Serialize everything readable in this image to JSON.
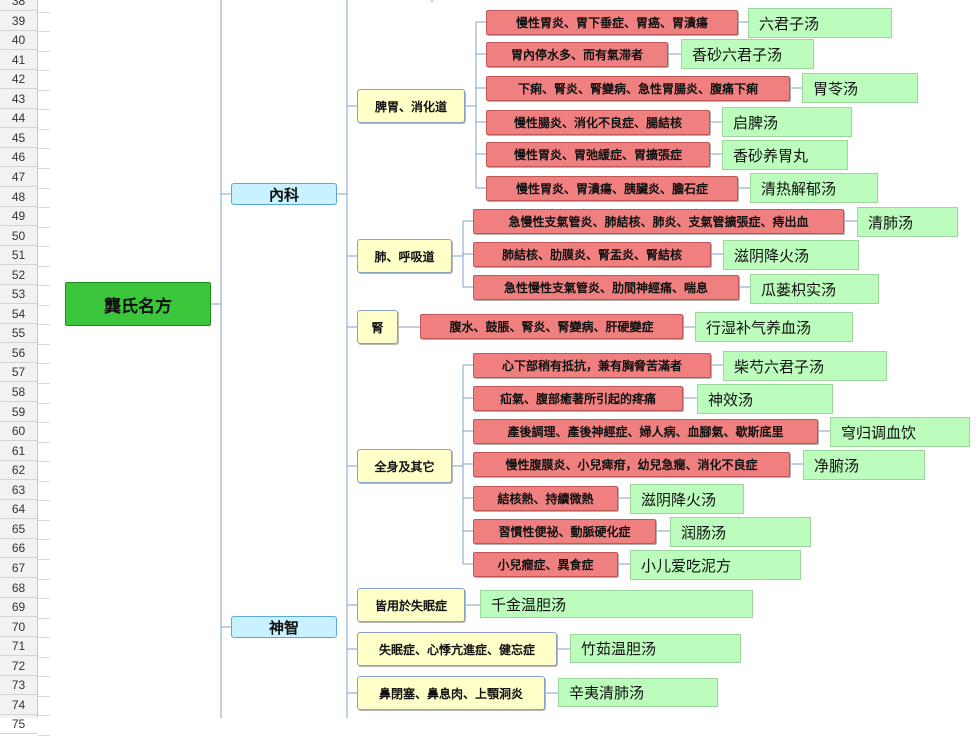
{
  "row_numbers": [
    "38",
    "39",
    "40",
    "41",
    "42",
    "43",
    "44",
    "45",
    "46",
    "47",
    "48",
    "49",
    "50",
    "51",
    "52",
    "53",
    "54",
    "55",
    "56",
    "57",
    "58",
    "59",
    "60",
    "61",
    "62",
    "63",
    "64",
    "65",
    "66",
    "67",
    "68",
    "69",
    "70",
    "71",
    "72",
    "73",
    "74",
    "75"
  ],
  "root": {
    "label": "龔氏名方"
  },
  "categories": [
    {
      "label": "內科"
    },
    {
      "label": "神智"
    }
  ],
  "subcategories": [
    {
      "label": "脾胃、消化道"
    },
    {
      "label": "肺、呼吸道"
    },
    {
      "label": "腎"
    },
    {
      "label": "全身及其它"
    },
    {
      "label": "皆用於失眠症"
    },
    {
      "label": "失眠症、心悸亢進症、健忘症"
    },
    {
      "label": "鼻閉塞、鼻息肉、上顎洞炎"
    }
  ],
  "symptoms": [
    {
      "label": "慢性胃炎、胃下垂症、胃癌、胃潰瘍"
    },
    {
      "label": "胃內停水多、而有氣滞者"
    },
    {
      "label": "下痢、腎炎、腎變病、急性胃腸炎、腹痛下痢"
    },
    {
      "label": "慢性腸炎、消化不良症、腸結核"
    },
    {
      "label": "慢性胃炎、胃弛緩症、胃擴張症"
    },
    {
      "label": "慢性胃炎、胃潰瘍、胰臟炎、膽石症"
    },
    {
      "label": "急慢性支氣管炎、肺結核、肺炎、支氣管擴張症、痔出血"
    },
    {
      "label": "肺結核、肋膜炎、腎盂炎、腎結核"
    },
    {
      "label": "急性慢性支氣管炎、肋間神經痛、喘息"
    },
    {
      "label": "腹水、鼓脹、腎炎、腎變病、肝硬變症"
    },
    {
      "label": "心下部稍有抵抗，兼有胸脅苦滿者"
    },
    {
      "label": "疝氣、腹部癒著所引起的疼痛"
    },
    {
      "label": "產後調理、產後神經症、婦人病、血腳氣、歇斯底里"
    },
    {
      "label": "慢性腹膜炎、小兒痺疳，幼兒急癇、消化不良症"
    },
    {
      "label": "結核熱、持續微熱"
    },
    {
      "label": "習慣性便祕、動脈硬化症"
    },
    {
      "label": "小兒癎症、異食症"
    }
  ],
  "formulas": [
    {
      "label": "六君子汤"
    },
    {
      "label": "香砂六君子汤"
    },
    {
      "label": "胃苓汤"
    },
    {
      "label": "启脾汤"
    },
    {
      "label": "香砂养胃丸"
    },
    {
      "label": "清热解郁汤"
    },
    {
      "label": "清肺汤"
    },
    {
      "label": "滋阴降火汤"
    },
    {
      "label": "瓜蒌枳实汤"
    },
    {
      "label": "行湿补气养血汤"
    },
    {
      "label": "柴芍六君子汤"
    },
    {
      "label": "神效汤"
    },
    {
      "label": "穹归调血饮"
    },
    {
      "label": "净腑汤"
    },
    {
      "label": "滋阴降火汤"
    },
    {
      "label": "润肠汤"
    },
    {
      "label": "小儿爱吃泥方"
    },
    {
      "label": "千金温胆汤"
    },
    {
      "label": "竹茹温胆汤"
    },
    {
      "label": "辛夷清肺汤"
    }
  ],
  "colors": {
    "root_fill": "#3cc63c",
    "category_fill": "#c8f2ff",
    "subcategory_fill": "#ffffc8",
    "symptom_fill": "#f08080",
    "formula_fill": "#bcfcbc",
    "connector": "#7f9fc8"
  }
}
